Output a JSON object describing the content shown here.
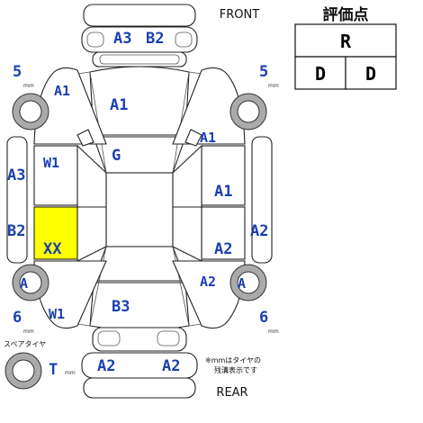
{
  "header": {
    "front": "FRONT",
    "rear": "REAR"
  },
  "grade": {
    "title": "評価点",
    "overall": "R",
    "interior": "D",
    "exterior": "D"
  },
  "tires": {
    "front_left_mm": "5",
    "front_right_mm": "5",
    "rear_left_mm": "6",
    "rear_right_mm": "6",
    "spare_label": "スペアタイヤ",
    "spare_mm": "T",
    "mm_unit": "mm",
    "note_line1": "※mmはタイヤの",
    "note_line2": "残溝表示です"
  },
  "damage": {
    "front_bumper_left": "A3",
    "front_bumper_right": "B2",
    "front_left_fender_top": "A1",
    "hood": "A1",
    "right_pillar": "A1",
    "roof": "G",
    "left_front_door_glass": "W1",
    "left_front_door": "A3",
    "right_front_door": "A1",
    "left_rear_door": "B2",
    "left_rear_panel": "XX",
    "right_rear_door": "A2",
    "right_quarter_panel": "A2",
    "right_rear_fender": "A2",
    "left_rear_wheel": "A",
    "right_rear_wheel": "A",
    "left_rear_glass": "W1",
    "trunk": "B3",
    "rear_bumper_left": "A2",
    "rear_bumper_right": "A2"
  },
  "colors": {
    "label": "#1a3fb0",
    "highlight": "#ffff00",
    "outline": "#222222"
  }
}
